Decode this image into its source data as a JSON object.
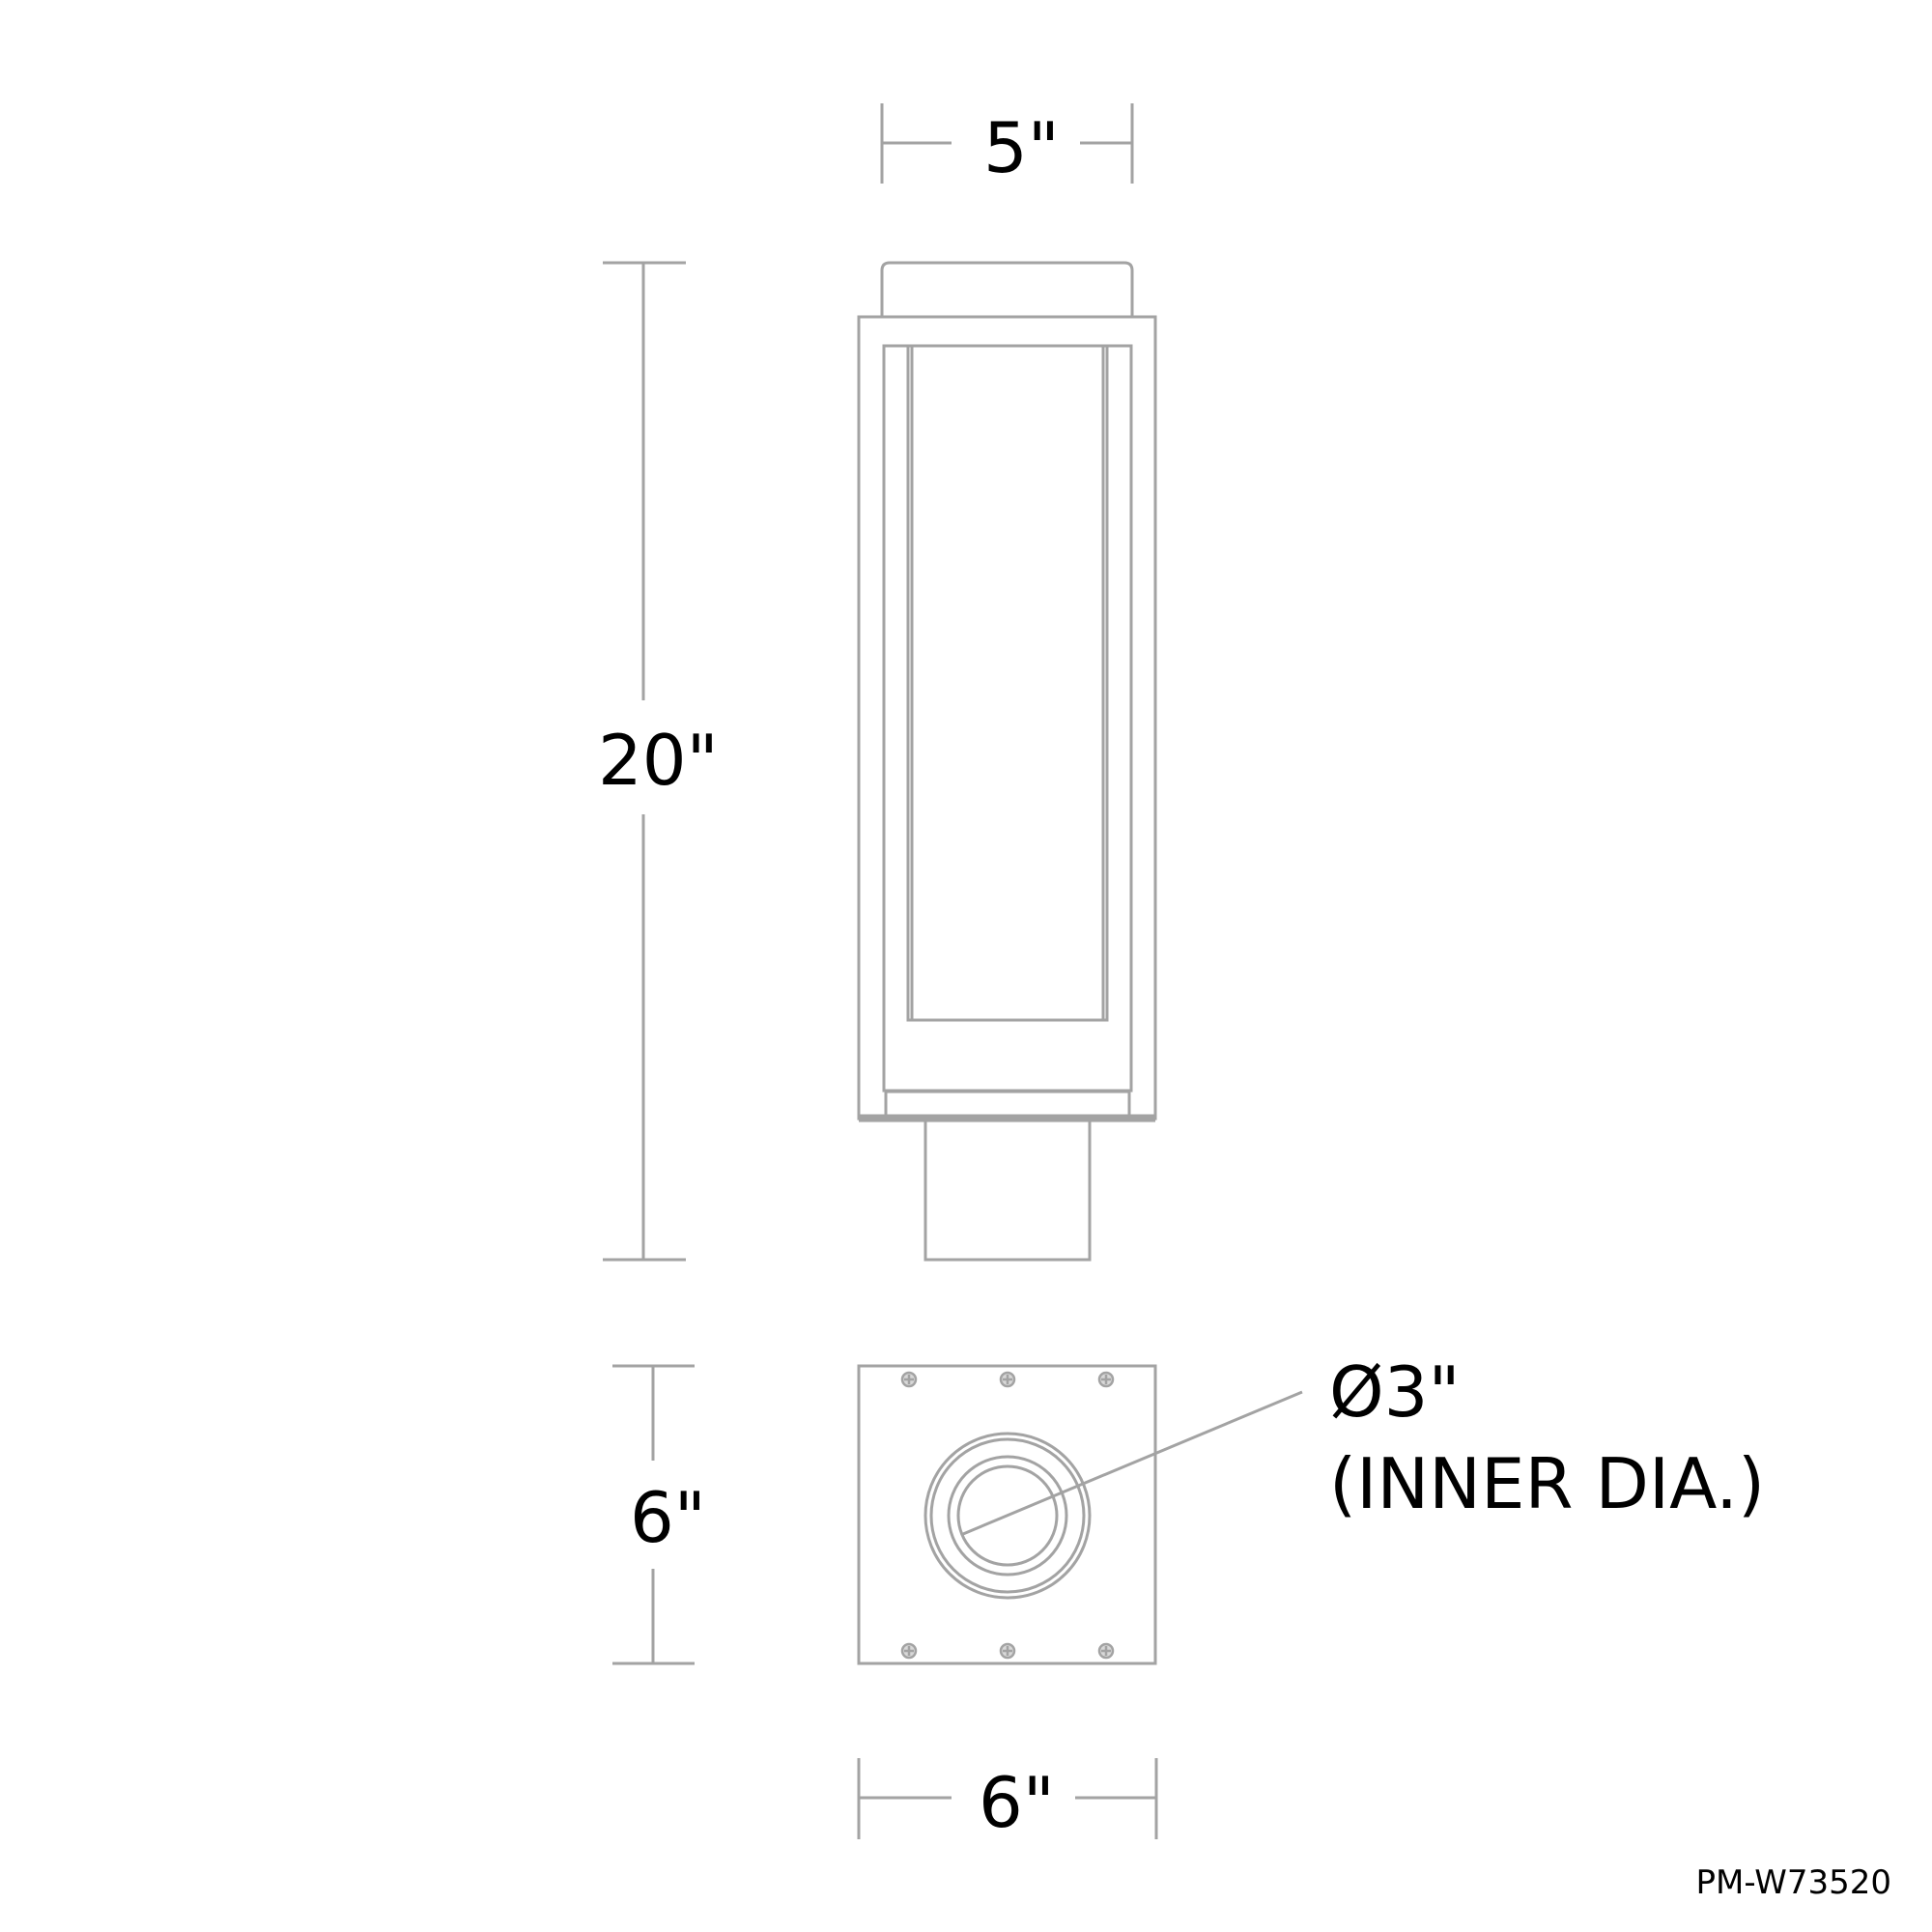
{
  "drawing": {
    "model_number": "PM-W73520",
    "line_color": "#a3a3a3",
    "text_color": "#000000",
    "background": "#ffffff"
  },
  "dimensions": {
    "top_width": "5\"",
    "overall_height": "20\"",
    "base_height": "6\"",
    "base_width": "6\"",
    "inner_diameter": "Ø3\"",
    "inner_diameter_note": "(INNER DIA.)"
  },
  "views": {
    "front_elevation": {
      "parts": [
        "top cap",
        "outer frame",
        "inner frame",
        "glass diffuser",
        "bottom ledge",
        "post mount"
      ]
    },
    "base_plan": {
      "parts": [
        "square base plate",
        "concentric rings",
        "screws"
      ],
      "screw_count": 6
    }
  }
}
